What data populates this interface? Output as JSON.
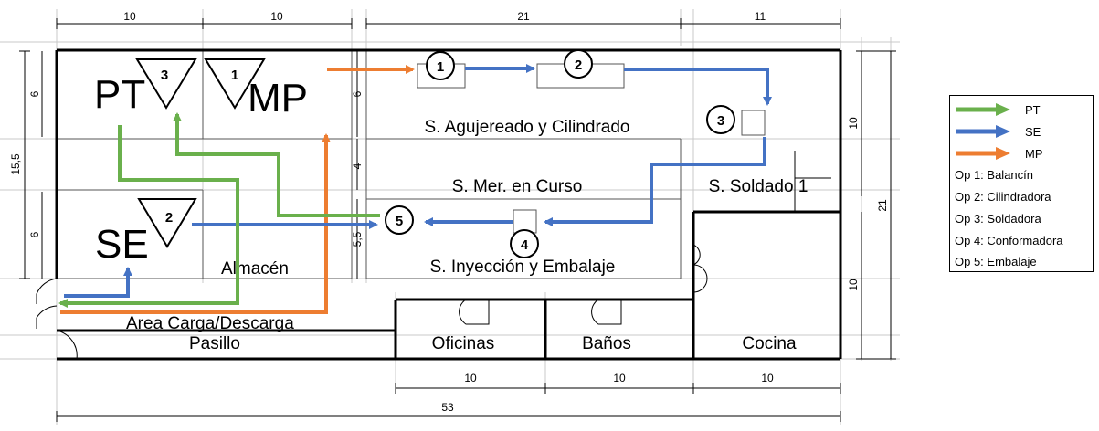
{
  "dimensions": {
    "top": [
      "10",
      "10",
      "21",
      "11"
    ],
    "bottom_rooms": [
      "10",
      "10",
      "10"
    ],
    "bottom_total": "53",
    "left_outer": "15,5",
    "left_pt": "6",
    "left_se": "6",
    "mid_6": "6",
    "mid_4": "4",
    "mid_55": "5,5",
    "right_top": "10",
    "right_total": "21",
    "right_bottom": "10"
  },
  "areas": {
    "pt": "PT",
    "mp": "MP",
    "se": "SE",
    "almacen": "Almacén",
    "carga": "Area Carga/Descarga",
    "pasillo": "Pasillo",
    "agujereado": "S. Agujereado y Cilindrado",
    "mer_curso": "S. Mer. en Curso",
    "soldado": "S. Soldado 1",
    "inyeccion": "S. Inyección y Embalaje",
    "oficinas": "Oficinas",
    "banos": "Baños",
    "cocina": "Cocina"
  },
  "storage_markers": {
    "pt": "3",
    "mp": "1",
    "se": "2"
  },
  "operation_markers": {
    "op1": "1",
    "op2": "2",
    "op3": "3",
    "op4": "4",
    "op5": "5"
  },
  "colors": {
    "pt": "#6ab04c",
    "se": "#4472c4",
    "mp": "#ed7d31"
  },
  "legend": {
    "flows": [
      {
        "label": "PT",
        "color": "#6ab04c"
      },
      {
        "label": "SE",
        "color": "#4472c4"
      },
      {
        "label": "MP",
        "color": "#ed7d31"
      }
    ],
    "operations": [
      "Op 1: Balancín",
      "Op 2: Cilindradora",
      "Op 3: Soldadora",
      "Op 4: Conformadora",
      "Op 5: Embalaje"
    ]
  }
}
